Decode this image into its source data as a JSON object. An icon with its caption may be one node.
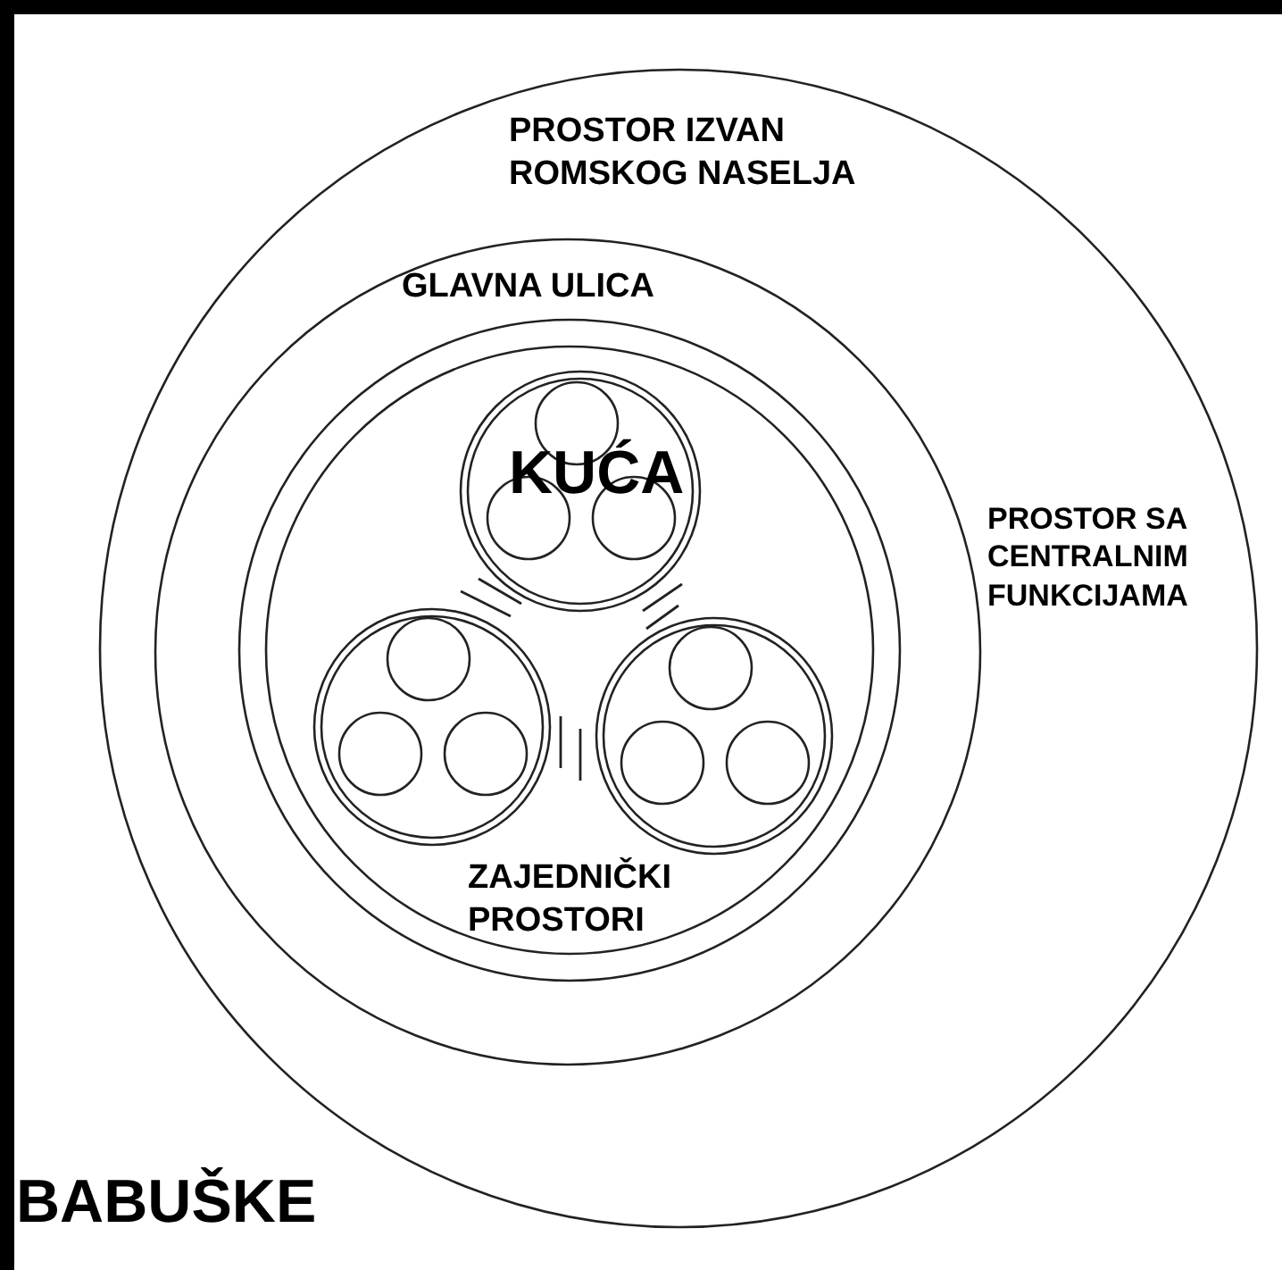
{
  "diagram": {
    "title": "BABUŠKE",
    "nodes": [
      {
        "text": [
          "PROSTOR IZVAN ROMSKOG NASELJA",
          "PROSTOR SA CENTRALNIM FUNKCIJAMA"
        ]
      },
      {
        "text": [
          "GLAVNA ULICA"
        ],
        "in": 0
      },
      {
        "text": [
          "ZAJEDNIČKI PROSTORI"
        ],
        "in": 1
      },
      {
        "text": [
          "KUĆA"
        ],
        "in": 2
      },
      {
        "text": [],
        "shape": "circle",
        "in": 2
      },
      {
        "text": [],
        "shape": "circle",
        "in": 2
      },
      {
        "text": [],
        "shape": "circle",
        "in": 3
      },
      {
        "text": [],
        "shape": "circle",
        "in": 3
      },
      {
        "text": [],
        "shape": "circle",
        "in": 3
      },
      {
        "text": [],
        "shape": "circle",
        "in": 4
      },
      {
        "text": [],
        "shape": "circle",
        "in": 4
      },
      {
        "text": [],
        "shape": "circle",
        "in": 4
      },
      {
        "text": [],
        "shape": "circle",
        "in": 5
      },
      {
        "text": [],
        "shape": "circle",
        "in": 5
      },
      {
        "text": [],
        "shape": "circle",
        "in": 5
      }
    ]
  }
}
